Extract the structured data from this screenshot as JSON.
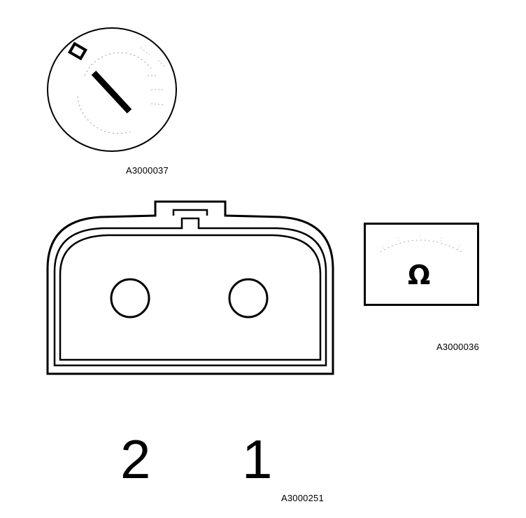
{
  "ignition_switch": {
    "figure_id": "A3000037",
    "icon": "ignition-key-switch"
  },
  "ohmmeter": {
    "figure_id": "A3000036",
    "symbol": "Ω",
    "icon": "ohmmeter-dial"
  },
  "connector": {
    "figure_id": "A3000251",
    "pins": [
      {
        "label": "2"
      },
      {
        "label": "1"
      }
    ],
    "icon": "two-pin-connector"
  }
}
